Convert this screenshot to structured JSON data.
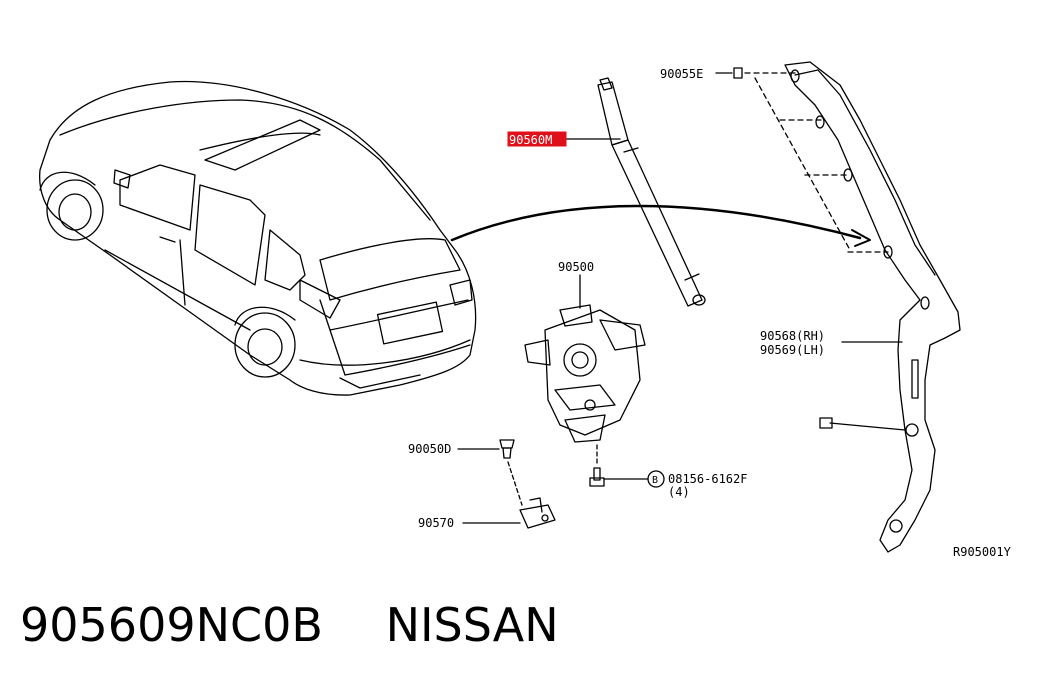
{
  "callouts": {
    "clip": "90055E",
    "stay_highlighted": "90560M",
    "lock_assembly": "90500",
    "weatherstrip_rh": "90568(RH)",
    "weatherstrip_lh": "90569(LH)",
    "bolt_circle_letter": "B",
    "bolt_part": "08156-6162F",
    "bolt_qty": "(4)",
    "bumper": "90050D",
    "striker": "90570",
    "diagram_ref": "R905001Y"
  },
  "footer": {
    "part_number": "905609NC0B",
    "brand": "NISSAN"
  },
  "colors": {
    "highlight": "#e0101a",
    "line": "#000000"
  }
}
